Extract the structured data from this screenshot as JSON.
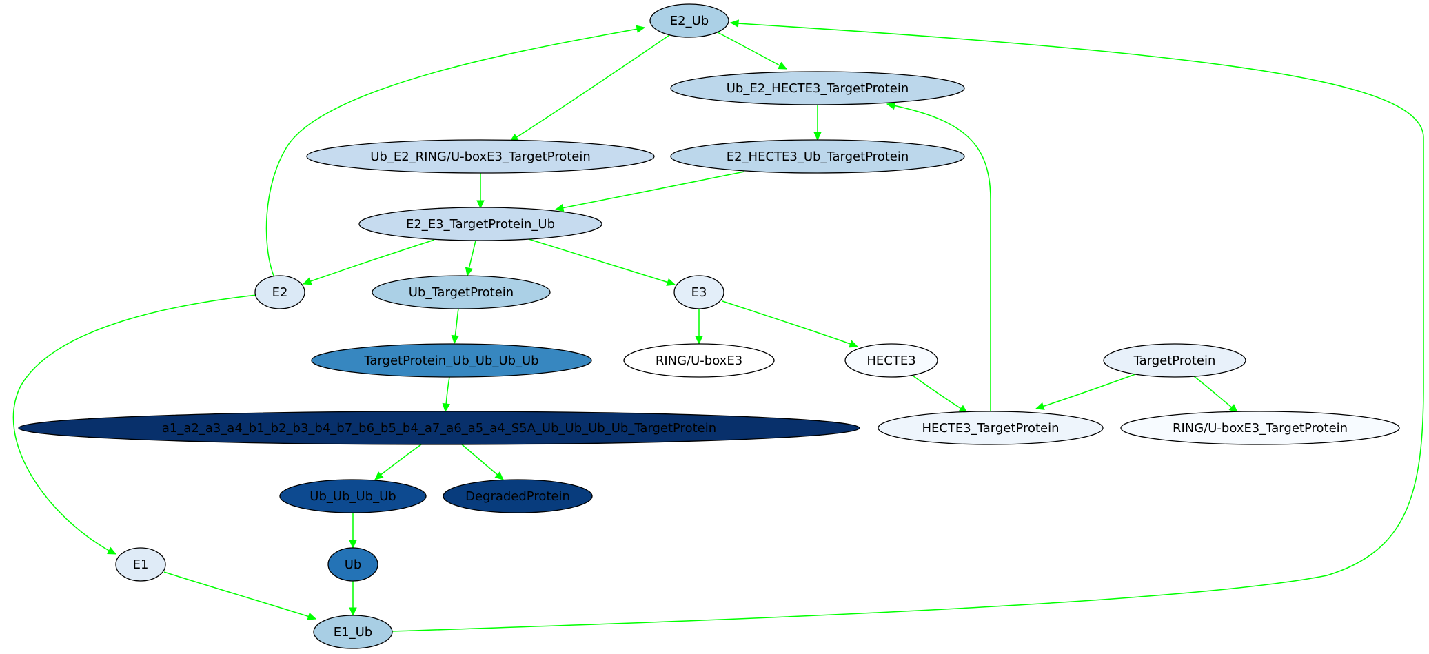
{
  "diagram": {
    "edge_color": "#00ff00",
    "nodes": [
      {
        "id": "E2_Ub",
        "label": "E2_Ub",
        "fill": "#abd0e6",
        "text_color": "#000000"
      },
      {
        "id": "Ub_E2_HECTE3_TargetProtein",
        "label": "Ub_E2_HECTE3_TargetProtein",
        "fill": "#bcd7eb",
        "text_color": "#000000"
      },
      {
        "id": "Ub_E2_RING_UboxE3_TargetProtein",
        "label": "Ub_E2_RING/U-boxE3_TargetProtein",
        "fill": "#c6dbef",
        "text_color": "#000000"
      },
      {
        "id": "E2_HECTE3_Ub_TargetProtein",
        "label": "E2_HECTE3_Ub_TargetProtein",
        "fill": "#bcd7eb",
        "text_color": "#000000"
      },
      {
        "id": "E2_E3_TargetProtein_Ub",
        "label": "E2_E3_TargetProtein_Ub",
        "fill": "#c6dbef",
        "text_color": "#000000"
      },
      {
        "id": "E2",
        "label": "E2",
        "fill": "#dbe9f6",
        "text_color": "#000000"
      },
      {
        "id": "Ub_TargetProtein",
        "label": "Ub_TargetProtein",
        "fill": "#abd0e6",
        "text_color": "#000000"
      },
      {
        "id": "E3",
        "label": "E3",
        "fill": "#e3eef9",
        "text_color": "#000000"
      },
      {
        "id": "TargetProtein_Ub_Ub_Ub_Ub",
        "label": "TargetProtein_Ub_Ub_Ub_Ub",
        "fill": "#3787c0",
        "text_color": "#000000"
      },
      {
        "id": "RING_UboxE3",
        "label": "RING/U-boxE3",
        "fill": "#ffffff",
        "text_color": "#000000"
      },
      {
        "id": "HECTE3",
        "label": "HECTE3",
        "fill": "#f7fbff",
        "text_color": "#000000"
      },
      {
        "id": "TargetProtein",
        "label": "TargetProtein",
        "fill": "#e8f1fa",
        "text_color": "#000000"
      },
      {
        "id": "Proteasome_Complex",
        "label": "a1_a2_a3_a4_b1_b2_b3_b4_b7_b6_b5_b4_a7_a6_a5_a4_S5A_Ub_Ub_Ub_Ub_TargetProtein",
        "fill": "#08306b",
        "text_color": "#000000"
      },
      {
        "id": "HECTE3_TargetProtein",
        "label": "HECTE3_TargetProtein",
        "fill": "#eef5fc",
        "text_color": "#000000"
      },
      {
        "id": "RING_UboxE3_TargetProtein",
        "label": "RING/U-boxE3_TargetProtein",
        "fill": "#f7fbff",
        "text_color": "#000000"
      },
      {
        "id": "Ub_Ub_Ub_Ub",
        "label": "Ub_Ub_Ub_Ub",
        "fill": "#0d4a90",
        "text_color": "#000000"
      },
      {
        "id": "DegradedProtein",
        "label": "DegradedProtein",
        "fill": "#083c7d",
        "text_color": "#000000"
      },
      {
        "id": "E1",
        "label": "E1",
        "fill": "#dfebf7",
        "text_color": "#000000"
      },
      {
        "id": "Ub",
        "label": "Ub",
        "fill": "#2473b6",
        "text_color": "#000000"
      },
      {
        "id": "E1_Ub",
        "label": "E1_Ub",
        "fill": "#a8cee4",
        "text_color": "#000000"
      }
    ],
    "edges": [
      {
        "from": "E2_Ub",
        "to": "Ub_E2_HECTE3_TargetProtein"
      },
      {
        "from": "E2_Ub",
        "to": "Ub_E2_RING_UboxE3_TargetProtein"
      },
      {
        "from": "Ub_E2_HECTE3_TargetProtein",
        "to": "E2_HECTE3_Ub_TargetProtein"
      },
      {
        "from": "Ub_E2_RING_UboxE3_TargetProtein",
        "to": "E2_E3_TargetProtein_Ub"
      },
      {
        "from": "E2_HECTE3_Ub_TargetProtein",
        "to": "E2_E3_TargetProtein_Ub"
      },
      {
        "from": "E2_E3_TargetProtein_Ub",
        "to": "E2"
      },
      {
        "from": "E2_E3_TargetProtein_Ub",
        "to": "Ub_TargetProtein"
      },
      {
        "from": "E2_E3_TargetProtein_Ub",
        "to": "E3"
      },
      {
        "from": "E2",
        "to": "E2_Ub"
      },
      {
        "from": "E2",
        "to": "E1"
      },
      {
        "from": "Ub_TargetProtein",
        "to": "TargetProtein_Ub_Ub_Ub_Ub"
      },
      {
        "from": "E3",
        "to": "RING_UboxE3"
      },
      {
        "from": "E3",
        "to": "HECTE3"
      },
      {
        "from": "HECTE3",
        "to": "HECTE3_TargetProtein"
      },
      {
        "from": "TargetProtein",
        "to": "HECTE3_TargetProtein"
      },
      {
        "from": "TargetProtein",
        "to": "RING_UboxE3_TargetProtein"
      },
      {
        "from": "HECTE3_TargetProtein",
        "to": "Ub_E2_HECTE3_TargetProtein"
      },
      {
        "from": "TargetProtein_Ub_Ub_Ub_Ub",
        "to": "Proteasome_Complex"
      },
      {
        "from": "Proteasome_Complex",
        "to": "Ub_Ub_Ub_Ub"
      },
      {
        "from": "Proteasome_Complex",
        "to": "DegradedProtein"
      },
      {
        "from": "Ub_Ub_Ub_Ub",
        "to": "Ub"
      },
      {
        "from": "Ub",
        "to": "E1_Ub"
      },
      {
        "from": "E1",
        "to": "E1_Ub"
      },
      {
        "from": "E1_Ub",
        "to": "E2_Ub"
      }
    ]
  }
}
